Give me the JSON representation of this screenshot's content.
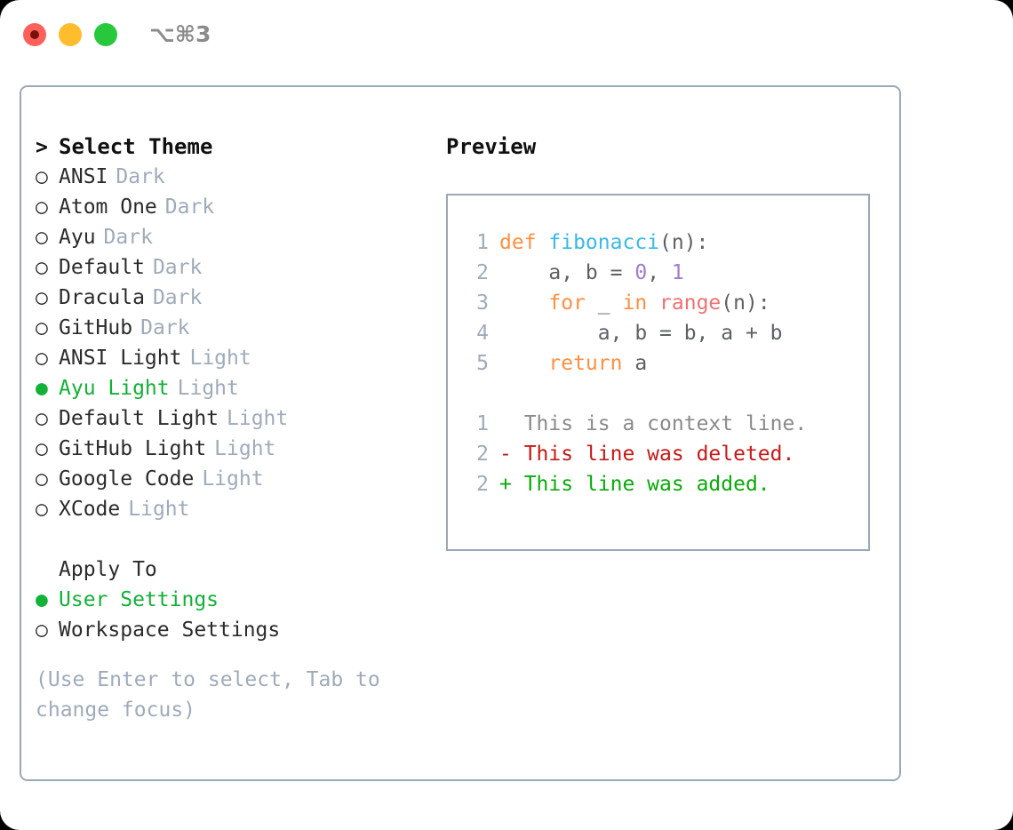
{
  "window": {
    "shortcut": "⌥⌘3",
    "traffic_lights": [
      {
        "name": "close",
        "color": "#ff6159"
      },
      {
        "name": "minimize",
        "color": "#ffbd2e"
      },
      {
        "name": "zoom",
        "color": "#28c83c"
      }
    ]
  },
  "theme_panel": {
    "header": {
      "prefix": ">",
      "label": "Select Theme"
    },
    "items": [
      {
        "bullet": "○",
        "label": "ANSI",
        "tag": "Dark",
        "selected": false
      },
      {
        "bullet": "○",
        "label": "Atom One",
        "tag": "Dark",
        "selected": false
      },
      {
        "bullet": "○",
        "label": "Ayu",
        "tag": "Dark",
        "selected": false
      },
      {
        "bullet": "○",
        "label": "Default",
        "tag": "Dark",
        "selected": false
      },
      {
        "bullet": "○",
        "label": "Dracula",
        "tag": "Dark",
        "selected": false
      },
      {
        "bullet": "○",
        "label": "GitHub",
        "tag": "Dark",
        "selected": false
      },
      {
        "bullet": "○",
        "label": "ANSI Light",
        "tag": "Light",
        "selected": false
      },
      {
        "bullet": "●",
        "label": "Ayu Light",
        "tag": "Light",
        "selected": true
      },
      {
        "bullet": "○",
        "label": "Default Light",
        "tag": "Light",
        "selected": false
      },
      {
        "bullet": "○",
        "label": "GitHub Light",
        "tag": "Light",
        "selected": false
      },
      {
        "bullet": "○",
        "label": "Google Code",
        "tag": "Light",
        "selected": false
      },
      {
        "bullet": "○",
        "label": "XCode",
        "tag": "Light",
        "selected": false
      }
    ]
  },
  "apply_to": {
    "header": "Apply To",
    "items": [
      {
        "bullet": "●",
        "label": "User Settings",
        "selected": true
      },
      {
        "bullet": "○",
        "label": "Workspace Settings",
        "selected": false
      }
    ]
  },
  "hint": "(Use Enter to select, Tab to change focus)",
  "preview": {
    "heading": "Preview",
    "code_lines": [
      {
        "number": "1",
        "tokens": [
          {
            "text": "def ",
            "kind": "kw"
          },
          {
            "text": "fibonacci",
            "kind": "fn"
          },
          {
            "text": "(n):",
            "kind": "plain"
          }
        ]
      },
      {
        "number": "2",
        "tokens": [
          {
            "text": "    a, b = ",
            "kind": "plain"
          },
          {
            "text": "0",
            "kind": "num"
          },
          {
            "text": ", ",
            "kind": "plain"
          },
          {
            "text": "1",
            "kind": "num"
          }
        ]
      },
      {
        "number": "3",
        "tokens": [
          {
            "text": "    ",
            "kind": "plain"
          },
          {
            "text": "for",
            "kind": "kw"
          },
          {
            "text": " _ ",
            "kind": "plain"
          },
          {
            "text": "in",
            "kind": "kw"
          },
          {
            "text": " ",
            "kind": "plain"
          },
          {
            "text": "range",
            "kind": "call"
          },
          {
            "text": "(n):",
            "kind": "plain"
          }
        ]
      },
      {
        "number": "4",
        "tokens": [
          {
            "text": "        a, b = b, a + b",
            "kind": "plain"
          }
        ]
      },
      {
        "number": "5",
        "tokens": [
          {
            "text": "    ",
            "kind": "plain"
          },
          {
            "text": "return",
            "kind": "kw"
          },
          {
            "text": " a",
            "kind": "plain"
          }
        ]
      }
    ],
    "diff_lines": [
      {
        "number": "1",
        "marker": " ",
        "text": " This is a context line.",
        "kind": "ctx"
      },
      {
        "number": "2",
        "marker": "-",
        "text": " This line was deleted.",
        "kind": "del"
      },
      {
        "number": "2",
        "marker": "+",
        "text": " This line was added.",
        "kind": "add"
      }
    ]
  },
  "colors": {
    "accent_green": "#12b137",
    "muted": "#9eabbb",
    "border": "#9ba8b8",
    "keyword": "#ff8f40",
    "function": "#39bae6",
    "number": "#a37acc",
    "call": "#f07171",
    "diff_deleted": "#c41a16",
    "diff_added": "#09aa09"
  }
}
